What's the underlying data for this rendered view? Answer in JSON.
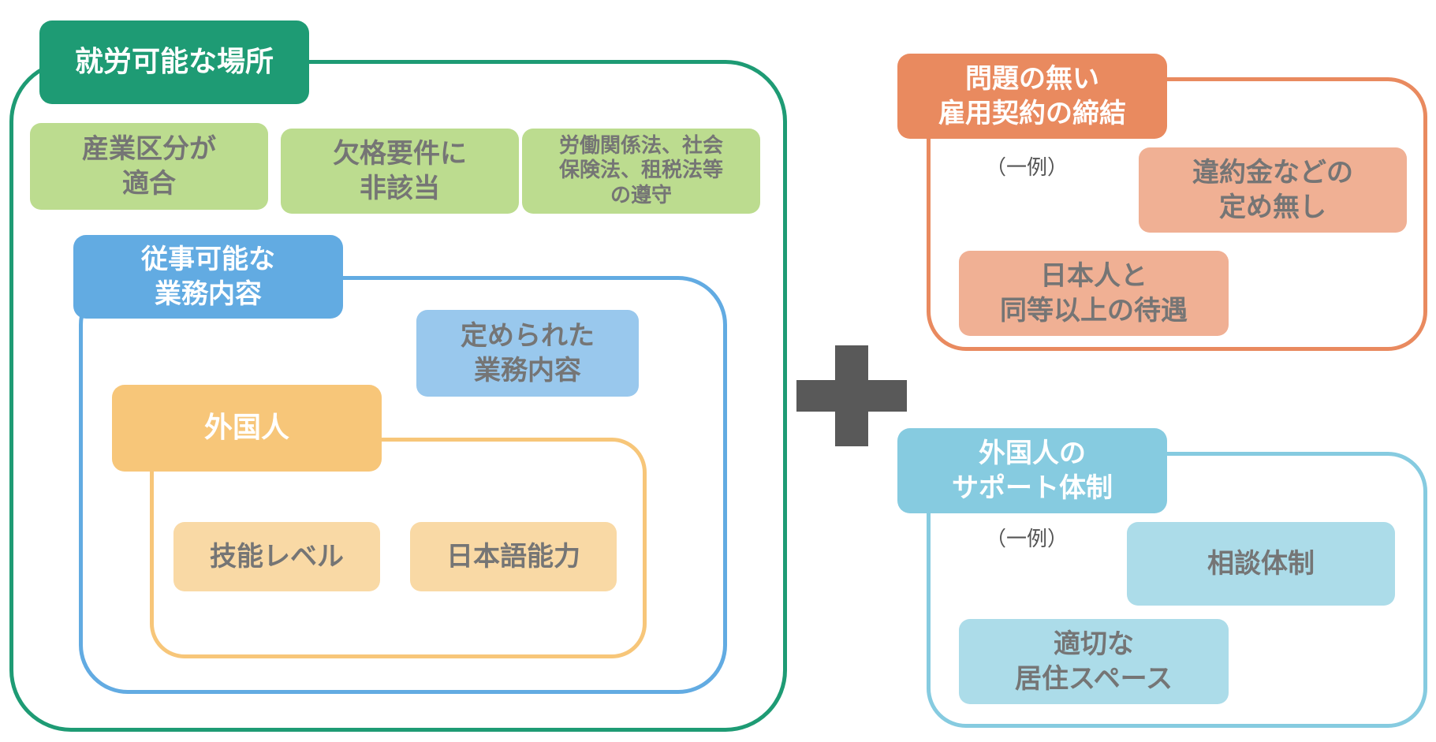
{
  "colors": {
    "green": "#1e9b74",
    "green_chip": "#bcdc8f",
    "blue": "#62abe2",
    "blue_chip": "#99c8ed",
    "yellow": "#f7c679",
    "yellow_chip": "#f9d9a5",
    "orange": "#e98a5f",
    "orange_chip": "#f0b094",
    "cyan": "#86cbe0",
    "cyan_chip": "#acdce9",
    "plus": "#595959"
  },
  "workplace": {
    "title": "就労可能な場所",
    "conditions": [
      "産業区分が\n適合",
      "欠格要件に\n非該当",
      "労働関係法、社会\n保険法、租税法等\nの遵守"
    ]
  },
  "duties": {
    "title": "従事可能な\n業務内容",
    "chip": "定められた\n業務内容"
  },
  "foreigner": {
    "title": "外国人",
    "chips": [
      "技能レベル",
      "日本語能力"
    ]
  },
  "contract": {
    "title": "問題の無い\n雇用契約の締結",
    "note": "（一例）",
    "chips": [
      "違約金などの\n定め無し",
      "日本人と\n同等以上の待遇"
    ]
  },
  "support": {
    "title": "外国人の\nサポート体制",
    "note": "（一例）",
    "chips": [
      "相談体制",
      "適切な\n居住スペース"
    ]
  },
  "plus_icon": "plus-icon"
}
